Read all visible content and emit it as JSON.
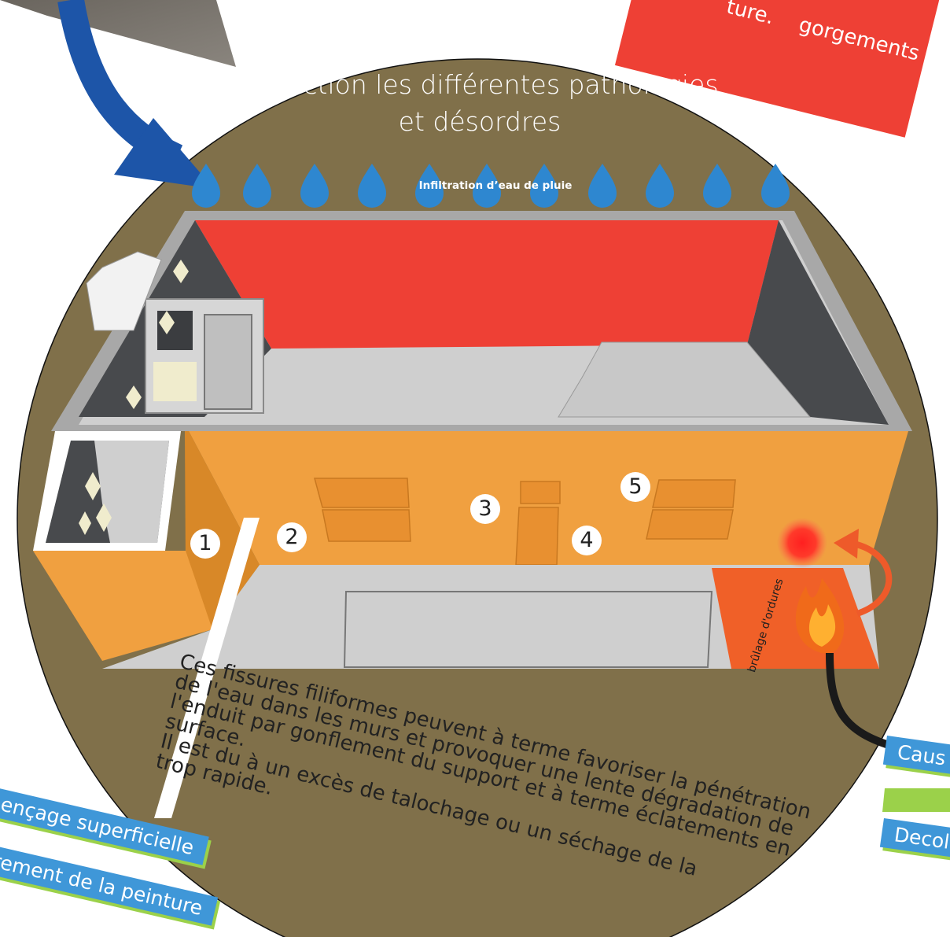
{
  "title_line1": "Détection les différentes pathologies",
  "title_line2": "et désordres",
  "infiltration_label": "Infiltration d’eau de pluie",
  "numbers": [
    "1",
    "2",
    "3",
    "4",
    "5"
  ],
  "burn_label": "brûlage d'ordures",
  "fissure_text": [
    "Ces fissures filiformes peuvent à terme favoriser la pénétration",
    "de l'eau dans les murs et provoquer une lente dégradation de",
    "l'enduit par gonflement du support et à terme éclatements en",
    "surface.",
    "Il est du à un excès de talochage ou un séchage de la",
    "trop rapide."
  ],
  "red_note": {
    "line_a": "ture.",
    "line_b": "gorgements"
  },
  "labels": {
    "faiencage": "ençage superficielle",
    "cloquage": "rement de la peinture",
    "cause": "Caus",
    "decollement": "Decoll"
  },
  "icons": [
    "water-drop-icon",
    "fire-icon",
    "heat-spot-icon",
    "curved-arrow-icon"
  ],
  "colors": {
    "circle": "#80704a",
    "wall_orange": "#f0a040",
    "back_wall_red": "#ee4035",
    "drop_blue": "#2e87d0",
    "label_blue": "#3f97d8",
    "arrow_blue": "#1d55a8",
    "burn_orange": "#f06028"
  }
}
